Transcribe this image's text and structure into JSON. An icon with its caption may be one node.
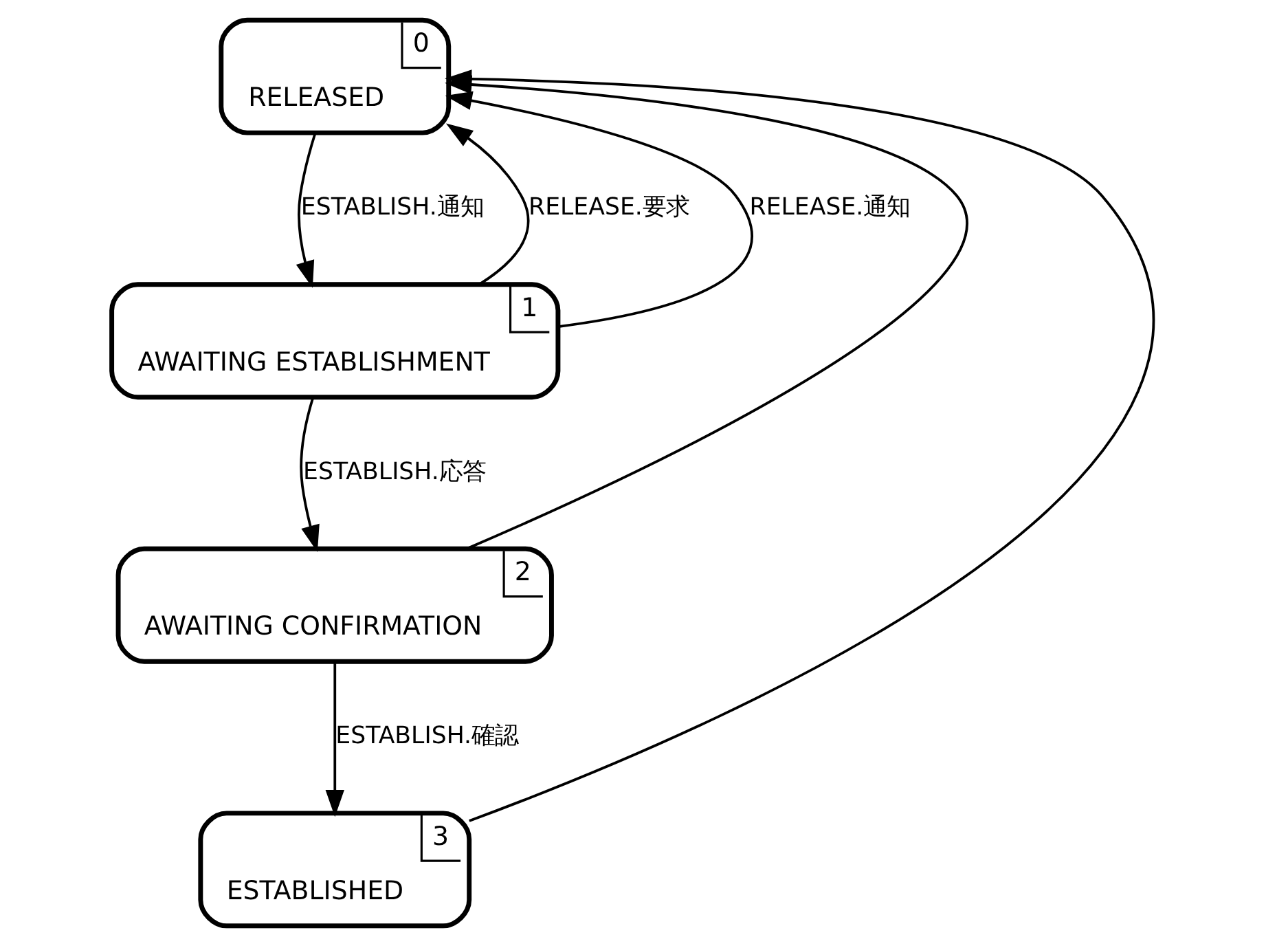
{
  "diagram": {
    "nodes": [
      {
        "text": [
          "RELEASED",
          "0"
        ]
      },
      {
        "text": [
          "AWAITING ESTABLISHMENT",
          "1"
        ]
      },
      {
        "text": [
          "AWAITING CONFIRMATION",
          "2"
        ]
      },
      {
        "text": [
          "ESTABLISHED",
          "3"
        ]
      }
    ],
    "edges": [
      {
        "from": 0,
        "to": 1,
        "arrow": "to",
        "label": "ESTABLISH.通知"
      },
      {
        "from": 1,
        "to": 0,
        "arrow": "to",
        "label": "RELEASE.要求"
      },
      {
        "from": 1,
        "to": 2,
        "arrow": "to",
        "label": "ESTABLISH.応答"
      },
      {
        "from": 2,
        "to": 3,
        "arrow": "to",
        "label": "ESTABLISH.確認"
      },
      {
        "from": 1,
        "to": 0,
        "arrow": "to",
        "label": "RELEASE.通知"
      },
      {
        "from": 2,
        "to": 0,
        "arrow": "to"
      },
      {
        "from": 3,
        "to": 0,
        "arrow": "to"
      }
    ]
  }
}
